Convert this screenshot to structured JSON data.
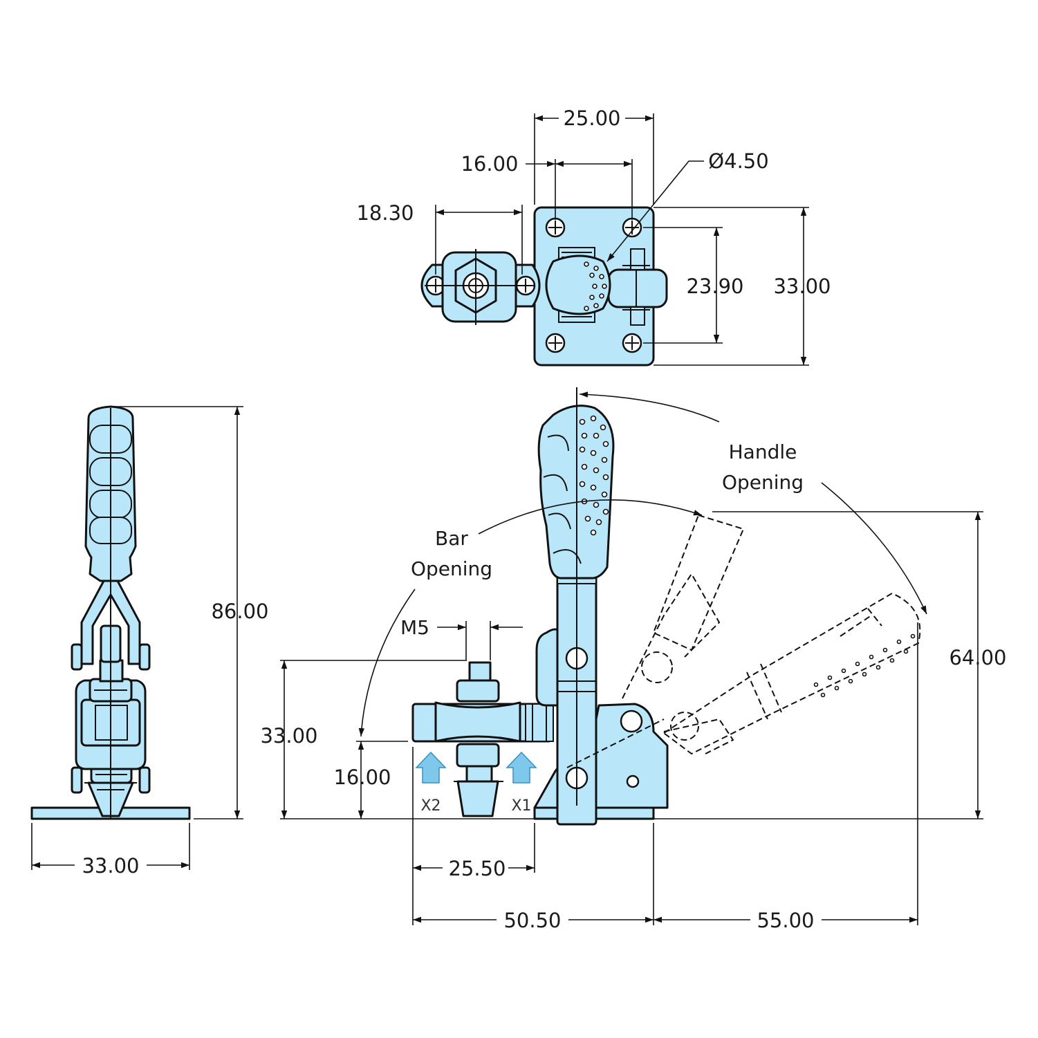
{
  "colors": {
    "part_fill": "#b9e6f8",
    "outline": "#111111",
    "arrow_fill": "#7ec8ec"
  },
  "top_view": {
    "dim_width": "25.00",
    "dim_hole_spacing": "16.00",
    "dim_hole_dia": "Ø4.50",
    "dim_spindle": "18.30",
    "dim_hole_pitch_v": "23.90",
    "dim_height": "33.00"
  },
  "end_view": {
    "dim_height": "86.00",
    "dim_base_width": "33.00"
  },
  "side_view": {
    "label_handle_line1": "Handle",
    "label_handle_line2": "Opening",
    "label_bar_line1": "Bar",
    "label_bar_line2": "Opening",
    "label_thread": "M5",
    "dim_spindle_height": "33.00",
    "dim_bar_height": "16.00",
    "dim_handle_height": "64.00",
    "dim_spindle_offset": "25.50",
    "dim_total_reach": "50.50",
    "dim_handle_reach": "55.00",
    "label_x2": "X2",
    "label_x1": "X1"
  }
}
